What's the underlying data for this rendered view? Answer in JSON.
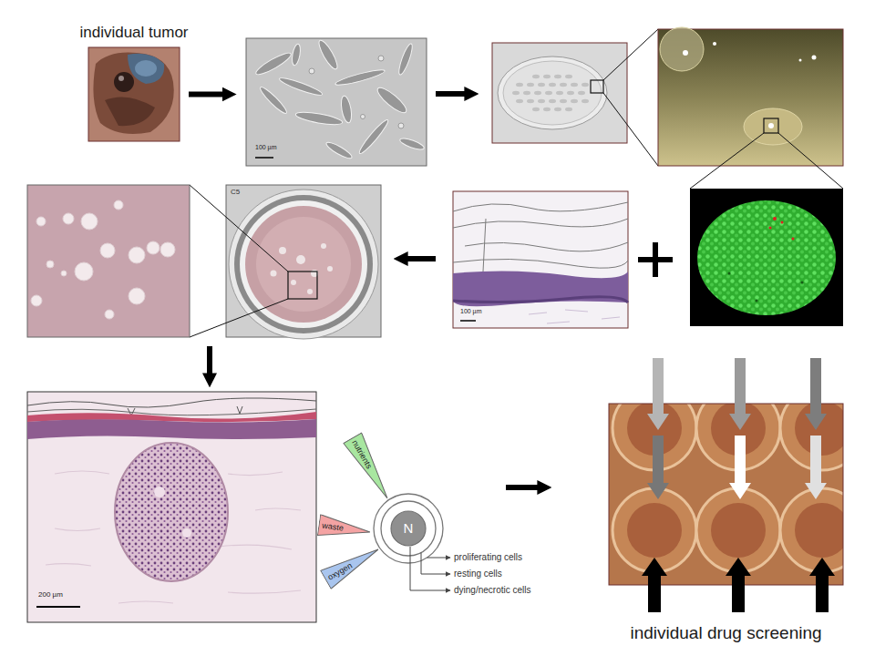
{
  "diagram": {
    "nodes": [
      {
        "text": [
          "individual tumor"
        ]
      },
      {
        "text": [
          "100 µm"
        ]
      },
      {
        "text": [
          "100 µm"
        ]
      },
      {
        "text": [
          "200 µm"
        ]
      },
      {
        "text": [
          "nutrients"
        ]
      },
      {
        "text": [
          "waste"
        ]
      },
      {
        "text": [
          "oxygen"
        ]
      },
      {
        "text": [
          "N"
        ]
      },
      {
        "text": [
          "individual drug screening"
        ]
      }
    ],
    "edges": [
      {
        "from": 0,
        "to": 1,
        "arrow": "to"
      }
    ],
    "labels": [
      "C5",
      "proliferating cells",
      "resting cells",
      "dying/necrotic cells"
    ]
  }
}
